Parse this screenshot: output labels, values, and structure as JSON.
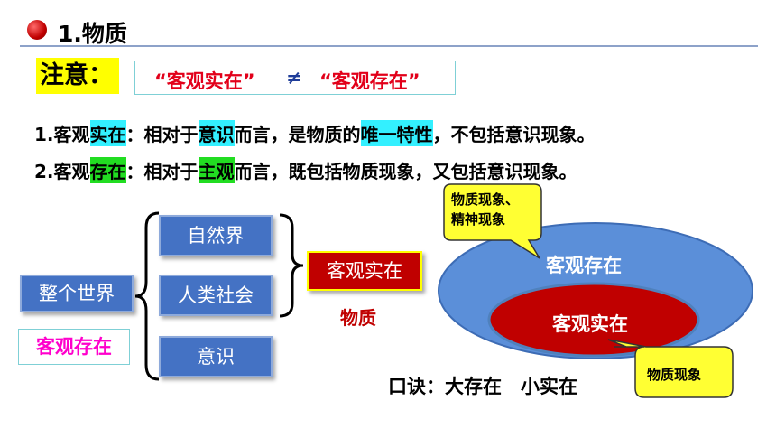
{
  "header": {
    "title": "1.物质"
  },
  "notice": {
    "label": "注意：",
    "left_quote": "“客观实在”",
    "symbol": "≠",
    "right_quote": "“客观存在”"
  },
  "line1": {
    "p1": "1.客观",
    "h1": "实在",
    "p2": "：相对于",
    "h2": "意识",
    "p3": "而言，是物质的",
    "h3": "唯一特性",
    "p4": "，不包括意识现象。"
  },
  "line2": {
    "p1": "2.客观",
    "h1": "存在",
    "p2": "：相对于",
    "h2": "主观",
    "p3": "而言，既包括物质现象，又包括意识现象。"
  },
  "diagram": {
    "world": "整个世界",
    "world_tag": "客观存在",
    "items": [
      "自然界",
      "人类社会",
      "意识"
    ],
    "objective_reality": "客观实在",
    "matter": "物质"
  },
  "venn": {
    "outer": "客观存在",
    "inner": "客观实在",
    "callout_top_line1": "物质现象、",
    "callout_top_line2": "精神现象",
    "callout_bottom": "物质现象"
  },
  "mnemonic": "口诀：大存在　小实在"
}
